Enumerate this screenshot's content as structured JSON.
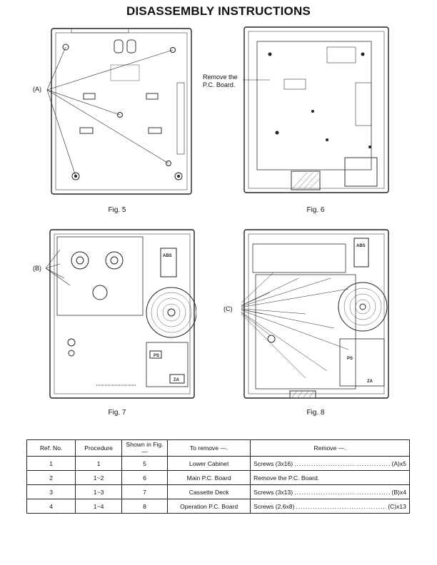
{
  "header": {
    "title": "DISASSEMBLY INSTRUCTIONS"
  },
  "figures": [
    {
      "caption": "Fig. 5",
      "callout": "(A)"
    },
    {
      "caption": "Fig. 6",
      "callout": "Remove the P.C. Board.",
      "callout_line1": "Remove the",
      "callout_line2": "P.C. Board."
    },
    {
      "caption": "Fig. 7",
      "callout": "(B)",
      "labels": [
        "PS",
        "ZA",
        "ABS"
      ]
    },
    {
      "caption": "Fig. 8",
      "callout": "(C)",
      "labels": [
        "PS",
        "ZA",
        "ABS"
      ]
    }
  ],
  "table": {
    "headers": [
      "Ref. No.",
      "Procedure",
      "Shown in Fig. —",
      "To remove —.",
      "Remove —."
    ],
    "rows": [
      {
        "ref": "1",
        "procedure": "1",
        "fig": "5",
        "to_remove": "Lower Cabinet",
        "remove_text": "Screws (3x16)",
        "remove_ref": "(A)x5"
      },
      {
        "ref": "2",
        "procedure": "1~2",
        "fig": "6",
        "to_remove": "Main P.C. Board",
        "remove_text": "Remove the P.C. Board.",
        "remove_ref": ""
      },
      {
        "ref": "3",
        "procedure": "1~3",
        "fig": "7",
        "to_remove": "Cassette Deck",
        "remove_text": "Screws (3x13)",
        "remove_ref": "(B)x4"
      },
      {
        "ref": "4",
        "procedure": "1~4",
        "fig": "8",
        "to_remove": "Operation P.C. Board",
        "remove_text": "Screws (2.6x8)",
        "remove_ref": "(C)x13"
      }
    ]
  }
}
